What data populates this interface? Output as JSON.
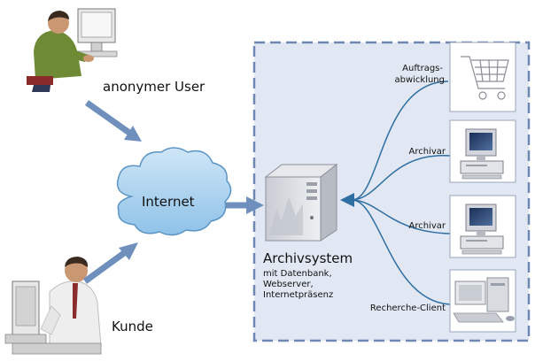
{
  "users": {
    "anonymous_label": "anonymer User",
    "customer_label": "Kunde"
  },
  "network": {
    "internet_label": "Internet"
  },
  "system": {
    "title": "Archivsystem",
    "details": [
      "mit Datenbank,",
      "Webserver,",
      "Internetpräsenz"
    ]
  },
  "endpoints": {
    "order_line1": "Auftrags-",
    "order_line2": "abwicklung",
    "archivist_1": "Archivar",
    "archivist_2": "Archivar",
    "research_client": "Recherche-Client"
  },
  "colors": {
    "frame_bg": "#e1e8f3",
    "frame_border": "#6f88b3",
    "arrow_blue": "#6f8fbd",
    "connector": "#2f6ea3"
  }
}
